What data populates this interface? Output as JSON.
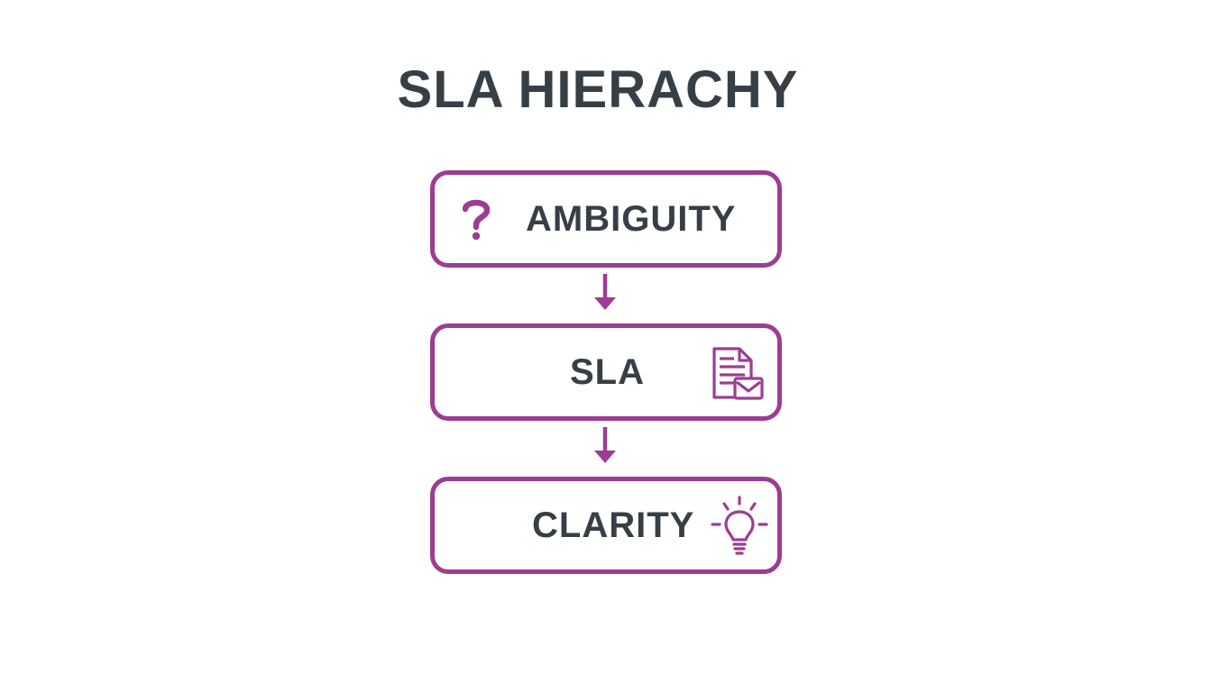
{
  "title": "SLA HIERACHY",
  "colors": {
    "accent": "#9c3d92",
    "text": "#363f45",
    "background": "#ffffff"
  },
  "steps": [
    {
      "label": "AMBIGUITY",
      "icon": "question-mark-icon"
    },
    {
      "label": "SLA",
      "icon": "document-check-icon"
    },
    {
      "label": "CLARITY",
      "icon": "lightbulb-icon"
    }
  ]
}
